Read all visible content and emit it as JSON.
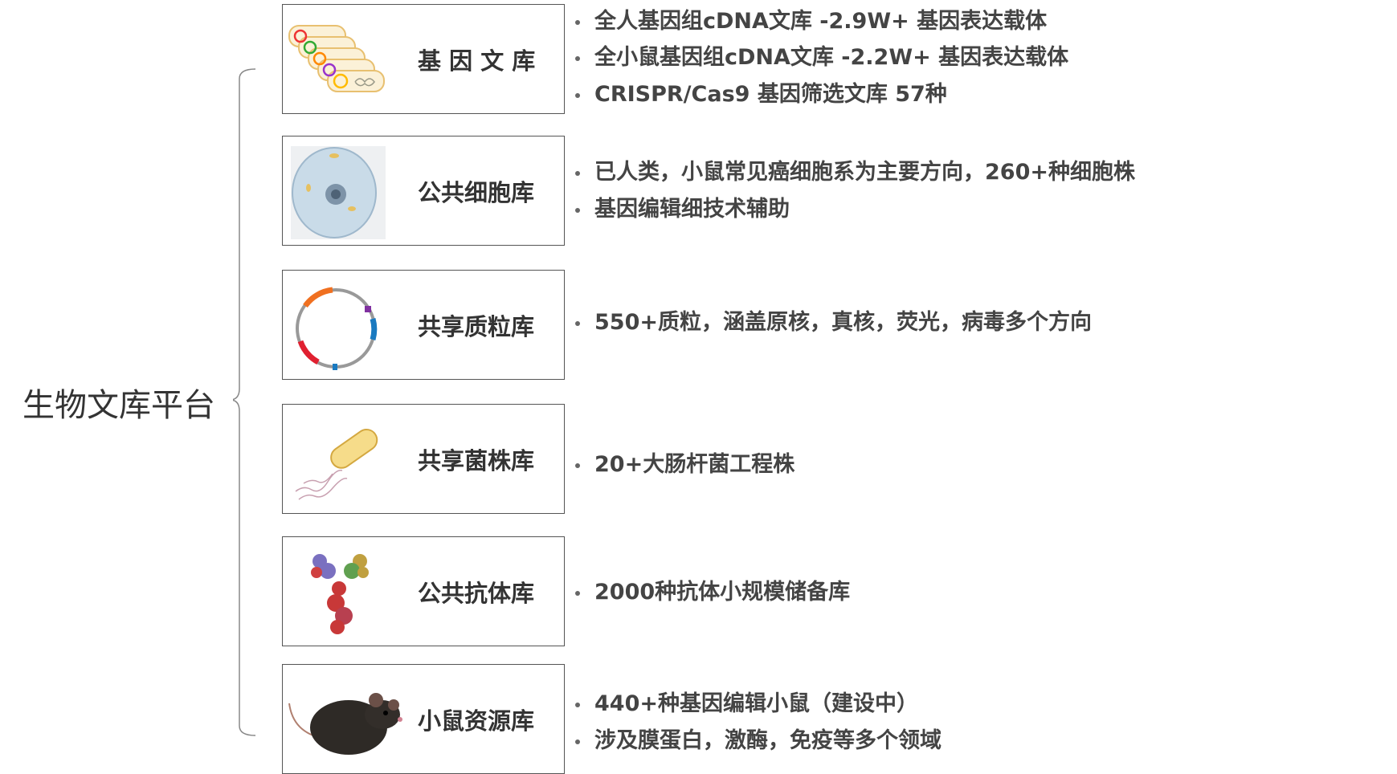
{
  "title": "生物文库平台",
  "categories": [
    {
      "label": "基 因 文 库",
      "icon": "plasmid-library-icon",
      "bullets": [
        "全人基因组cDNA文库 -2.9W+ 基因表达载体",
        "全小鼠基因组cDNA文库 -2.2W+ 基因表达载体",
        "CRISPR/Cas9 基因筛选文库 57种"
      ]
    },
    {
      "label": "公共细胞库",
      "icon": "cell-icon",
      "bullets": [
        "已人类，小鼠常见癌细胞系为主要方向，260+种细胞株",
        "基因编辑细技术辅助"
      ]
    },
    {
      "label": "共享质粒库",
      "icon": "plasmid-icon",
      "bullets": [
        "550+质粒，涵盖原核，真核，荧光，病毒多个方向"
      ]
    },
    {
      "label": "共享菌株库",
      "icon": "bacterium-icon",
      "bullets": [
        "20+大肠杆菌工程株"
      ]
    },
    {
      "label": "公共抗体库",
      "icon": "antibody-icon",
      "bullets": [
        "2000种抗体小规模储备库"
      ]
    },
    {
      "label": "小鼠资源库",
      "icon": "mouse-icon",
      "bullets": [
        "440+种基因编辑小鼠（建设中）",
        "涉及膜蛋白，激酶，免疫等多个领域"
      ]
    }
  ]
}
